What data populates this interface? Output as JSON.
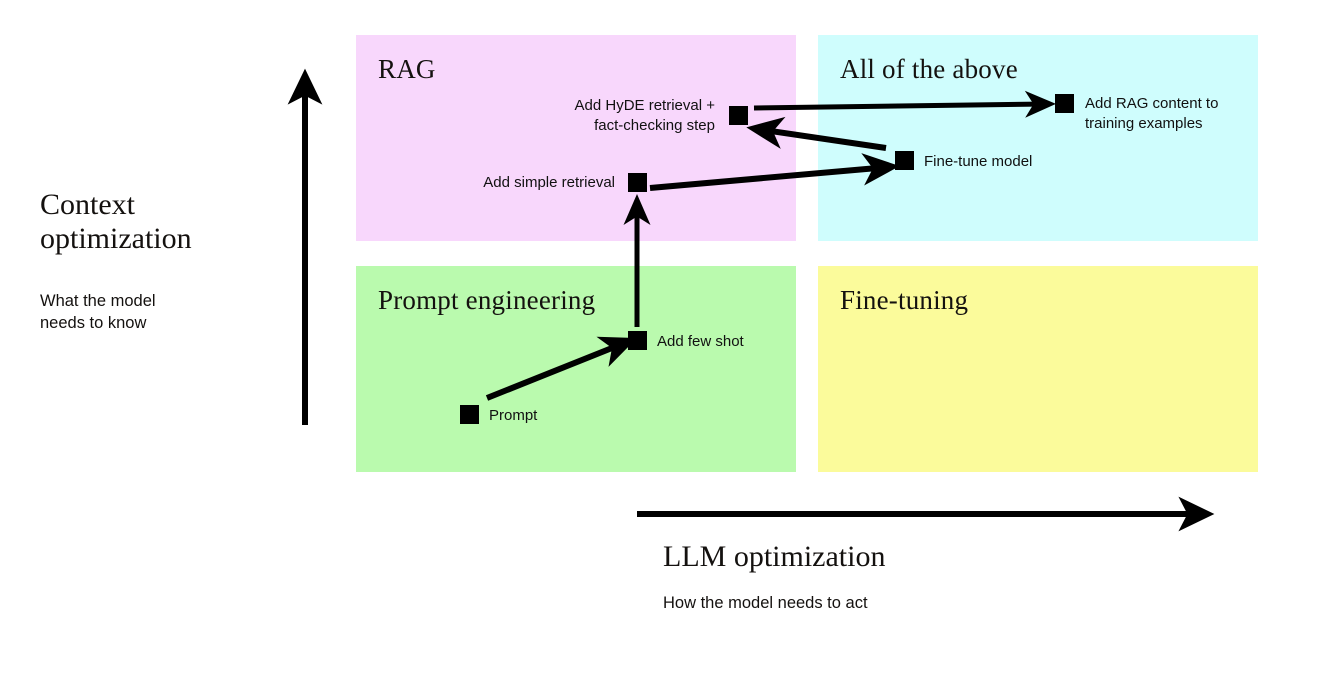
{
  "diagram": {
    "title": "LLM optimization vs Context optimization quadrant",
    "axes": {
      "y": {
        "title": "Context\noptimization",
        "subtitle": "What the model\nneeds to know",
        "arrow_direction": "up"
      },
      "x": {
        "title": "LLM optimization",
        "subtitle": "How the model needs to act",
        "arrow_direction": "right"
      }
    },
    "quadrants": [
      {
        "id": "rag",
        "label": "RAG",
        "color": "#F8D7FC",
        "position": "top-left"
      },
      {
        "id": "all",
        "label": "All of the above",
        "color": "#CFFDFD",
        "position": "top-right"
      },
      {
        "id": "prompt",
        "label": "Prompt engineering",
        "color": "#BAFAAE",
        "position": "bottom-left"
      },
      {
        "id": "finetune",
        "label": "Fine-tuning",
        "color": "#FBFB9B",
        "position": "bottom-right"
      }
    ],
    "nodes": [
      {
        "id": "prompt",
        "label": "Prompt",
        "quadrant": "prompt",
        "label_side": "right"
      },
      {
        "id": "fewshot",
        "label": "Add few shot",
        "quadrant": "prompt",
        "label_side": "right"
      },
      {
        "id": "simple",
        "label": "Add simple retrieval",
        "quadrant": "rag",
        "label_side": "left"
      },
      {
        "id": "hyde",
        "label": "Add HyDE retrieval +\nfact-checking step",
        "quadrant": "rag",
        "label_side": "left"
      },
      {
        "id": "finetune",
        "label": "Fine-tune model",
        "quadrant": "all",
        "label_side": "right"
      },
      {
        "id": "ragcontent",
        "label": "Add RAG content to\ntraining examples",
        "quadrant": "all",
        "label_side": "right"
      }
    ],
    "edges": [
      {
        "from": "prompt",
        "to": "fewshot"
      },
      {
        "from": "fewshot",
        "to": "simple"
      },
      {
        "from": "simple",
        "to": "finetune"
      },
      {
        "from": "finetune",
        "to": "hyde"
      },
      {
        "from": "hyde",
        "to": "ragcontent"
      }
    ],
    "colors": {
      "ink": "#111111",
      "background": "#ffffff",
      "marker": "#000000"
    }
  }
}
